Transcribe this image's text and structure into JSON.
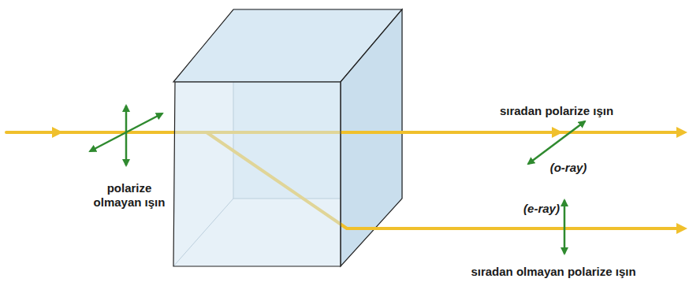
{
  "diagram": {
    "labels": [
      "polarize olmayan ışın",
      "sıradan polarize ışın",
      "(o-ray)",
      "(e-ray)",
      "sıradan olmayan polarize ışın"
    ]
  }
}
